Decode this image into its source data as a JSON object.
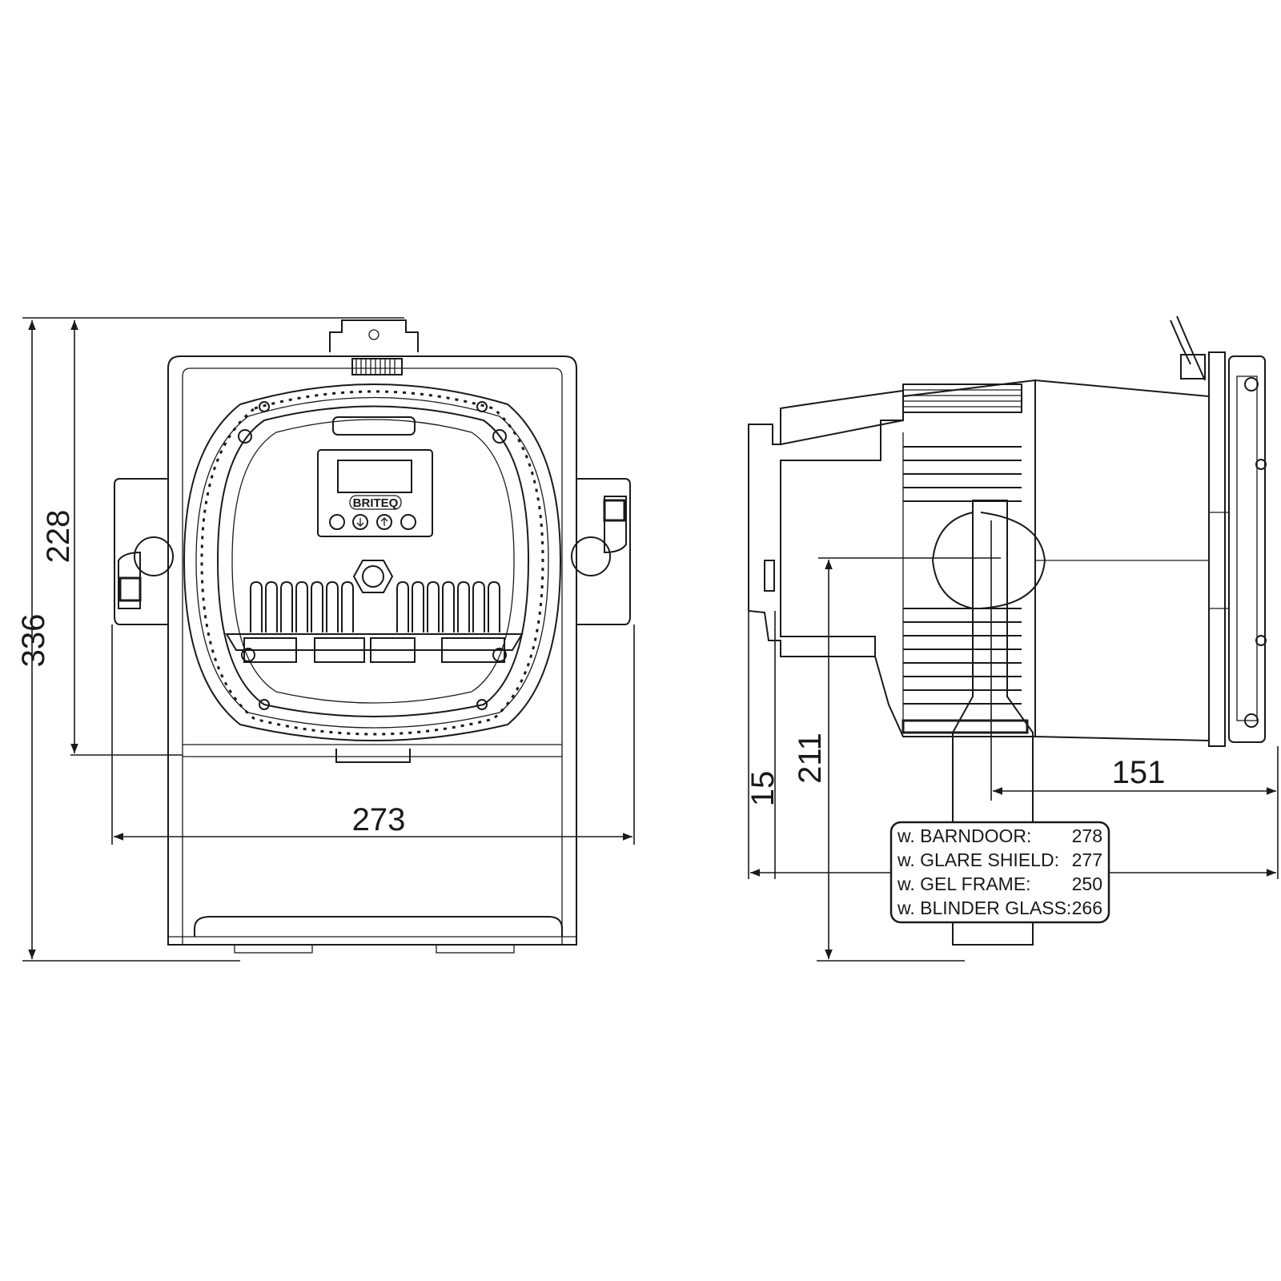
{
  "front_view": {
    "width_dim": "273",
    "total_height_dim": "336",
    "body_height_dim": "228"
  },
  "side_view": {
    "offset_dim": "15",
    "pivot_height_dim": "211",
    "depth_dim": "151"
  },
  "options_box": {
    "rows": [
      {
        "label": "w. BARNDOOR:",
        "value": "278"
      },
      {
        "label": "w. GLARE SHIELD:",
        "value": "277"
      },
      {
        "label": "w. GEL FRAME:",
        "value": "250"
      },
      {
        "label": "w. BLINDER GLASS:",
        "value": "266"
      }
    ]
  },
  "logo_text": "BRITEQ"
}
